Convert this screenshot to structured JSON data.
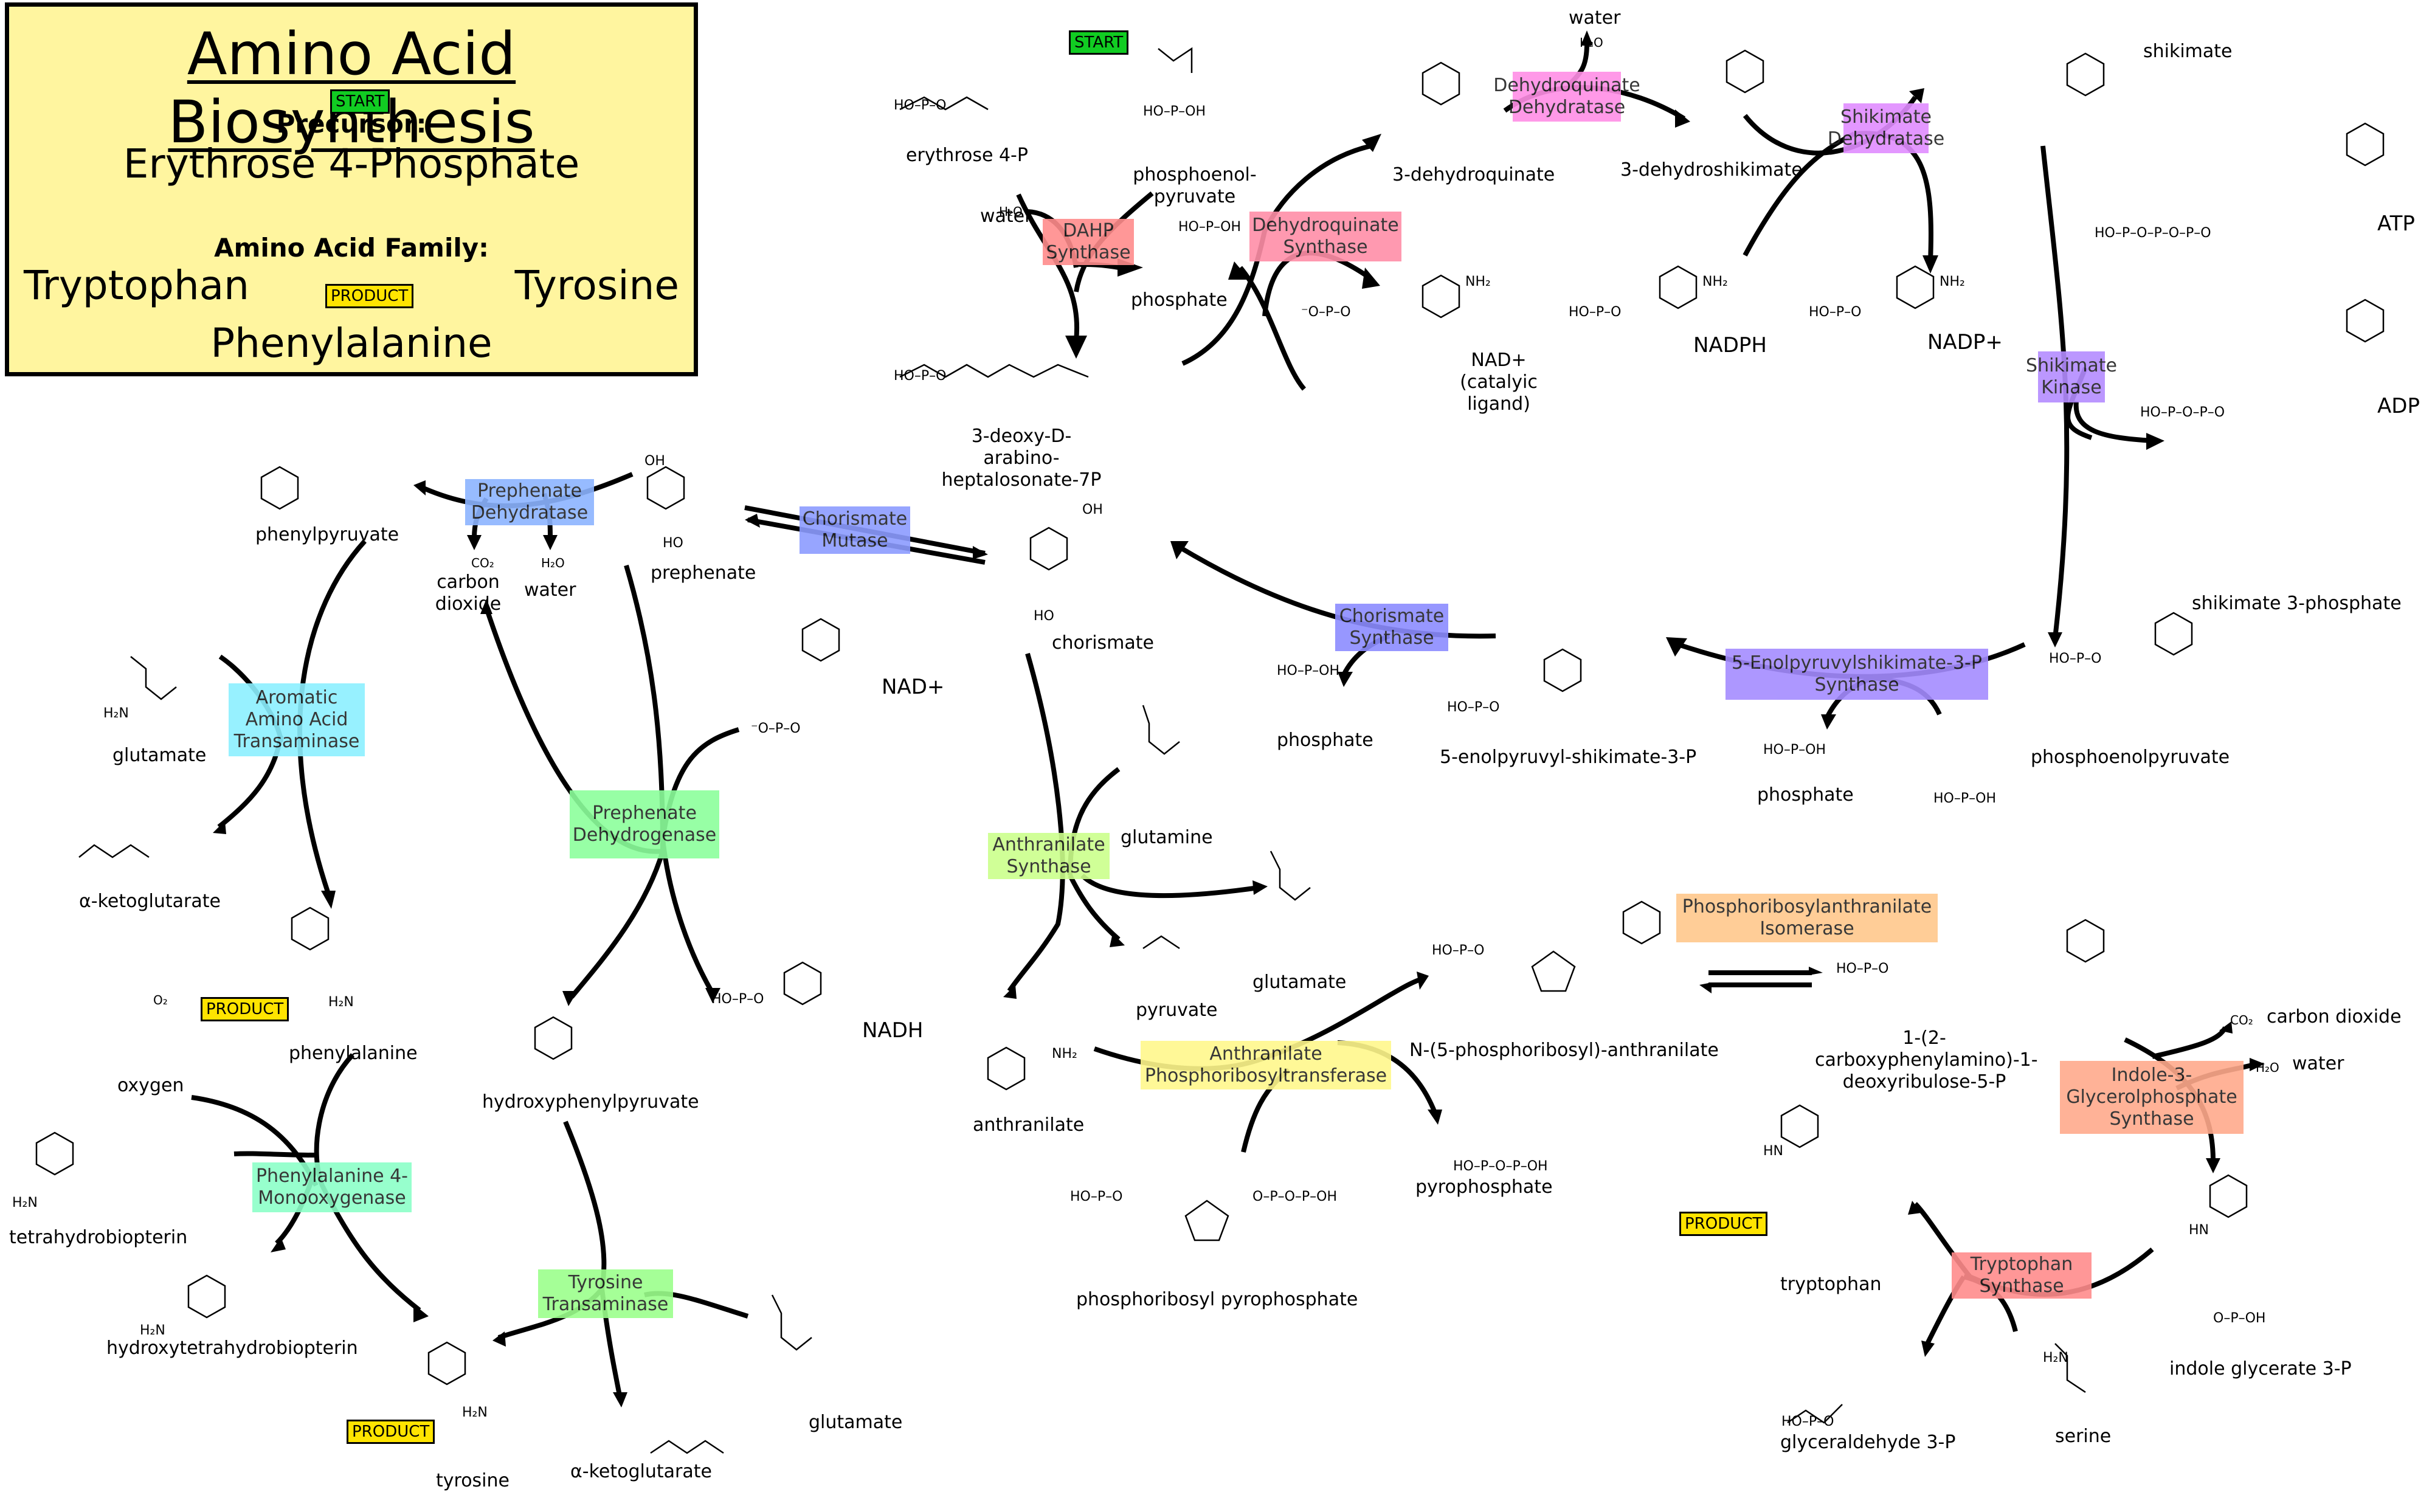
{
  "legend": {
    "title": "Amino Acid Biosynthesis",
    "start_tag": "START",
    "precursor_heading": "Precursor:",
    "precursor": "Erythrose 4-Phosphate",
    "family_heading": "Amino Acid Family:",
    "product_tag": "PRODUCT",
    "family": [
      "Tryptophan",
      "Tyrosine",
      "Phenylalanine"
    ]
  },
  "tags": {
    "start": "START",
    "product": "PRODUCT"
  },
  "colors": {
    "start": "#11cc22",
    "product": "#ffe400",
    "legend_bg": "#fff59f",
    "dahp_synthase": "#ff8c8c",
    "dehydroquinate_synthase": "#ff8fa8",
    "dehydroquinate_dehydratase": "#ff8fe6",
    "shikimate_dehydratase": "#e08cff",
    "shikimate_kinase": "#b48cff",
    "epsp_synthase": "#a58cff",
    "chorismate_synthase": "#8c8cff",
    "chorismate_mutase": "#8c9cff",
    "prephenate_dehydratase": "#8cb4ff",
    "aromatic_transaminase": "#8cf0ff",
    "prephenate_dehydrogenase": "#8cff9c",
    "phe_monooxygenase": "#8cffc8",
    "tyrosine_transaminase": "#9cff8c",
    "anthranilate_synthase": "#ccff8c",
    "anthranilate_prt": "#fff88c",
    "prai": "#ffc88c",
    "igps": "#ffaa8c",
    "tryptophan_synthase": "#ff8c8c"
  },
  "enzymes": {
    "dahp_synthase": "DAHP Synthase",
    "dehydroquinate_synthase": "Dehydroquinate Synthase",
    "dehydroquinate_dehydratase": "Dehydroquinate Dehydratase",
    "shikimate_dehydratase": "Shikimate Dehydratase",
    "shikimate_kinase": "Shikimate Kinase",
    "epsp_synthase": "5-Enolpyruvylshikimate-3-P Synthase",
    "chorismate_synthase": "Chorismate Synthase",
    "chorismate_mutase": "Chorismate Mutase",
    "prephenate_dehydratase": "Prephenate Dehydratase",
    "aromatic_transaminase": "Aromatic Amino Acid Transaminase",
    "prephenate_dehydrogenase": "Prephenate Dehydrogenase",
    "phe_monooxygenase": "Phenylalanine 4-Monooxygenase",
    "tyrosine_transaminase": "Tyrosine Transaminase",
    "anthranilate_synthase": "Anthranilate Synthase",
    "anthranilate_prt": "Anthranilate Phosphoribosyltransferase",
    "prai": "Phosphoribosylanthranilate Isomerase",
    "igps": "Indole-3-Glycerolphosphate Synthase",
    "tryptophan_synthase": "Tryptophan Synthase"
  },
  "compounds": {
    "erythrose4p": "erythrose 4-P",
    "pep_top": "phosphoenol-pyruvate",
    "water_dahp": "water",
    "phosphate_dahp": "phosphate",
    "dahp": "3-deoxy-D-arabino-heptalosonate-7P",
    "dehydroquinate": "3-dehydroquinate",
    "nad_catalytic": "NAD+ (catalyic ligand)",
    "water_dhqd": "water",
    "dehydroshikimate": "3-dehydroshikimate",
    "nadph": "NADPH",
    "nadp": "NADP+",
    "shikimate": "shikimate",
    "atp": "ATP",
    "adp": "ADP",
    "shikimate3p": "shikimate 3-phosphate",
    "pep_right": "phosphoenolpyruvate",
    "phosphate_epsp": "phosphate",
    "epsp": "5-enolpyruvyl-shikimate-3-P",
    "phosphate_cs": "phosphate",
    "chorismate": "chorismate",
    "prephenate": "prephenate",
    "phenylpyruvate": "phenylpyruvate",
    "co2_pdt": "carbon dioxide",
    "water_pdt": "water",
    "glutamate_left": "glutamate",
    "akg_left": "α-ketoglutarate",
    "phenylalanine": "phenylalanine",
    "nad_pdh": "NAD+",
    "nadh": "NADH",
    "hpp": "hydroxyphenylpyruvate",
    "oxygen": "oxygen",
    "bh4": "tetrahydrobiopterin",
    "oh_bh4": "hydroxytetrahydrobiopterin",
    "tyrosine": "tyrosine",
    "glutamate_tyr": "glutamate",
    "akg_tyr": "α-ketoglutarate",
    "glutamine": "glutamine",
    "glutamate_as": "glutamate",
    "pyruvate": "pyruvate",
    "anthranilate": "anthranilate",
    "prpp": "phosphoribosyl pyrophosphate",
    "pra": "N-(5-phosphoribosyl)-anthranilate",
    "pyrophosphate": "pyrophosphate",
    "cdrp": "1-(2-carboxyphenylamino)-1-deoxyribulose-5-P",
    "co2_igps": "carbon dioxide",
    "water_igps": "water",
    "igp": "indole glycerate 3-P",
    "tryptophan": "tryptophan",
    "g3p": "glyceraldehyde 3-P",
    "serine": "serine"
  },
  "formulas": {
    "h2o": "H₂O",
    "co2": "CO₂",
    "o2": "O₂"
  }
}
